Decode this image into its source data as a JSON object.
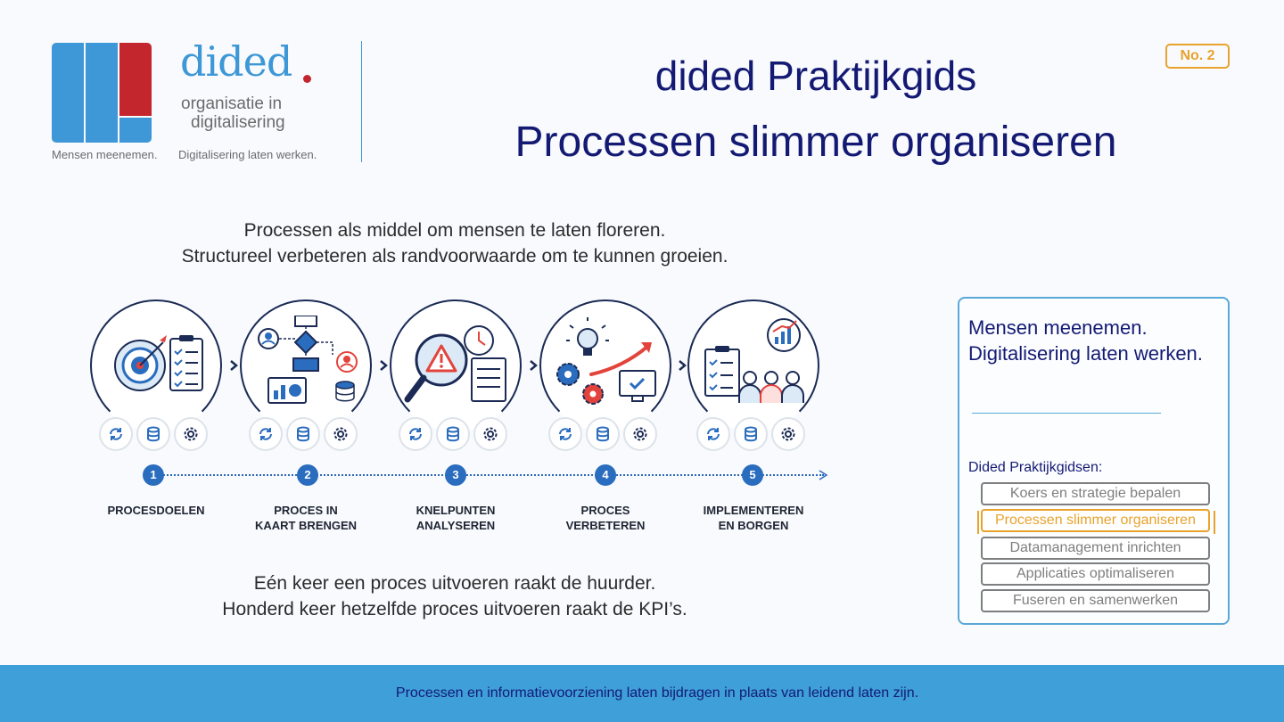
{
  "header": {
    "logo": {
      "wordmark": "dided",
      "subtitle_line1": "organisatie in",
      "subtitle_line2": "digitalisering",
      "tagline_left": "Mensen meenemen.",
      "tagline_right": "Digitalisering laten werken."
    },
    "title_line1": "dided Praktijkgids",
    "title_line2": "Processen slimmer organiseren",
    "badge": "No. 2"
  },
  "intro": {
    "line1": "Processen als  middel om mensen te laten floreren.",
    "line2": "Structureel verbeteren als randvoorwaarde om te kunnen groeien."
  },
  "process": {
    "steps": [
      {
        "number": "1",
        "label_line1": "PROCESDOELEN",
        "label_line2": "",
        "icon": "target-checklist-icon"
      },
      {
        "number": "2",
        "label_line1": "PROCES IN",
        "label_line2": "KAART BRENGEN",
        "icon": "flowchart-icon"
      },
      {
        "number": "3",
        "label_line1": "KNELPUNTEN",
        "label_line2": "ANALYSEREN",
        "icon": "magnifier-warning-icon"
      },
      {
        "number": "4",
        "label_line1": "PROCES",
        "label_line2": "VERBETEREN",
        "icon": "lightbulb-gears-icon"
      },
      {
        "number": "5",
        "label_line1": "IMPLEMENTEREN",
        "label_line2": "EN BORGEN",
        "icon": "team-growth-icon"
      }
    ],
    "mini_icons": [
      "refresh-icon",
      "database-icon",
      "gear-icon"
    ]
  },
  "outro": {
    "line1": "Eén keer een proces uitvoeren raakt de huurder.",
    "line2": "Honderd keer hetzelfde proces uitvoeren raakt de KPI’s."
  },
  "card": {
    "heading_line1": "Mensen meenemen.",
    "heading_line2": "Digitalisering laten werken.",
    "guides_title": "Dided Praktijkgidsen:",
    "guides": [
      {
        "label": "Koers en strategie bepalen",
        "active": false
      },
      {
        "label": "Processen slimmer organiseren",
        "active": true
      },
      {
        "label": "Datamanagement inrichten",
        "active": false
      },
      {
        "label": "Applicaties optimaliseren",
        "active": false
      },
      {
        "label": "Fuseren en samenwerken",
        "active": false
      }
    ]
  },
  "footer": {
    "text": "Processen en informatievoorziening laten bijdragen in plaats van leidend laten zijn."
  },
  "colors": {
    "navy": "#141a73",
    "brand_blue": "#3e97d6",
    "brand_red": "#c4262e",
    "accent_orange": "#e9a22c",
    "step_blue": "#2a6cbd",
    "footer_blue": "#3e9fd9"
  }
}
